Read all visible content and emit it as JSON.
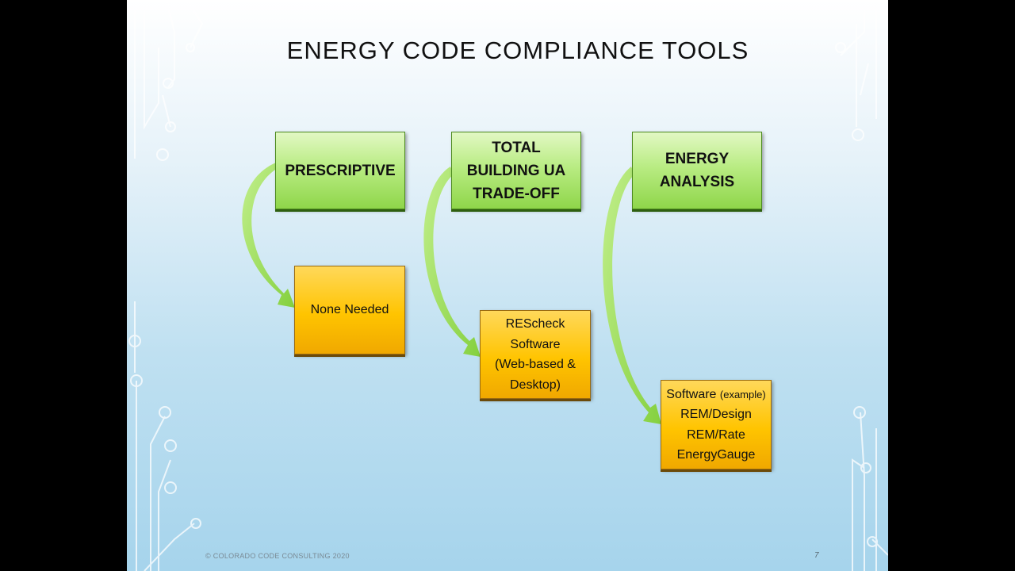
{
  "title": "ENERGY CODE COMPLIANCE TOOLS",
  "columns": [
    {
      "method": "PRESCRIPTIVE",
      "tool_lines": [
        "None Needed"
      ]
    },
    {
      "method_lines": [
        "TOTAL",
        "BUILDING UA",
        "TRADE-OFF"
      ],
      "tool_lines": [
        "REScheck",
        "Software",
        "(Web-based &",
        "Desktop)"
      ]
    },
    {
      "method_lines": [
        "ENERGY",
        "ANALYSIS"
      ],
      "tool_heading": "Software",
      "tool_heading_note": "(example)",
      "tool_lines": [
        "REM/Design",
        "REM/Rate",
        "EnergyGauge"
      ]
    }
  ],
  "footer": "© COLORADO CODE CONSULTING 2020",
  "page_number": "7",
  "colors": {
    "method_box": "#9ee05a",
    "tool_box": "#ffc400",
    "arrow": "#8fd64a"
  }
}
